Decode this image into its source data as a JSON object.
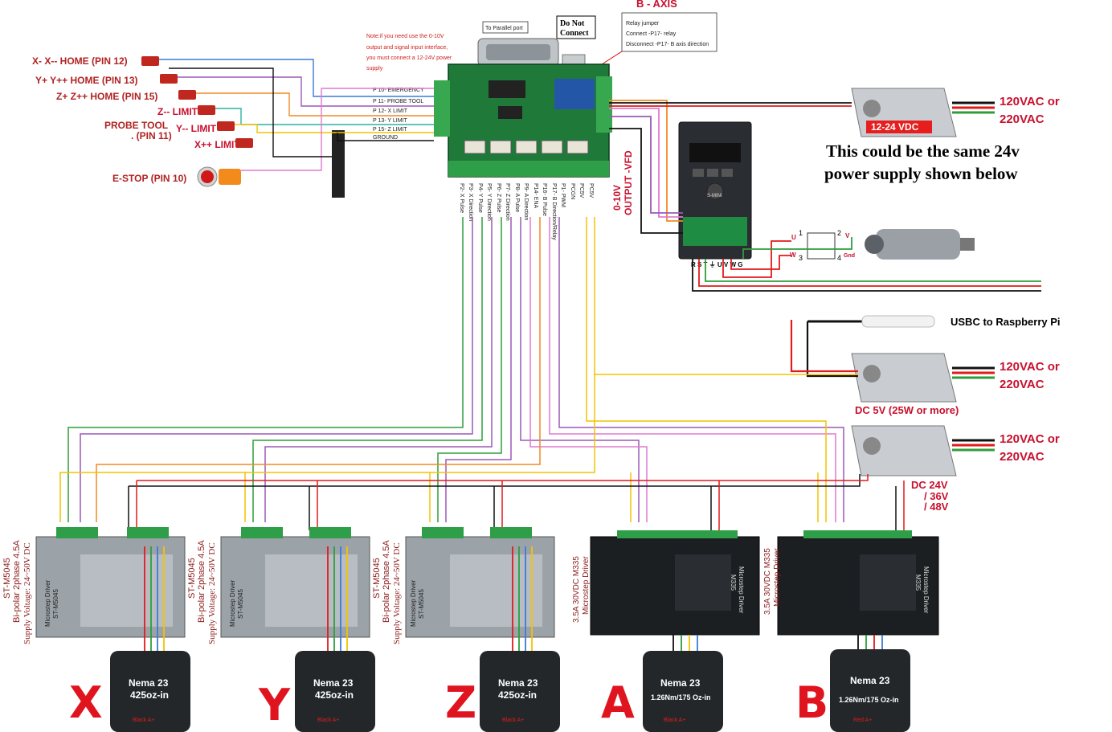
{
  "header": {
    "b_axis_title": "B - AXIS",
    "relay_note": [
      "Relay jumper",
      "Connect -P17- relay",
      "Disconnect -P17- B axis direction"
    ],
    "to_parallel_port": "To Parallel port",
    "do_not_connect": [
      "Do Not",
      "Connect"
    ],
    "voltage_note": [
      "Note:if you need use the 0-10V",
      "output and signal input interface,",
      "you must connect a 12-24V power",
      "supply"
    ]
  },
  "switches": [
    {
      "label": "X- X-- HOME (PIN 12)"
    },
    {
      "label": "Y+ Y++ HOME (PIN 13)"
    },
    {
      "label": "Z+ Z++ HOME (PIN 15)"
    },
    {
      "label": "Z-- LIMIT"
    },
    {
      "label": "Y-- LIMIT"
    },
    {
      "label": "X++ LIMIT"
    }
  ],
  "probe_label": [
    "PROBE TOOL",
    ". (PIN 11)"
  ],
  "estop_label": "E-STOP (PIN 10)",
  "board_inputs": [
    "P 10- EMERGENCY",
    "P 11- PROBE TOOL",
    "P 12- X LIMIT",
    "P 13- Y LIMIT",
    "P 15- Z LIMIT",
    "GROUND"
  ],
  "board_outputs": [
    "P2- X Pulse",
    "P3- X Direction",
    "P4- Y Pulse",
    "P5- Y Direction",
    "P6- Z Pulse",
    "P7- Z Direction",
    "P8- A Pulse",
    "P9- A Direction",
    "P14- ENA",
    "P16- B Pulse",
    "P17- B Direction/Relay",
    "P1- PWM",
    "PCGN",
    "PC5V",
    "PC5V"
  ],
  "vfd_label": [
    "0-10V",
    "OUTPUT -VFD"
  ],
  "vfd_brand": "S-MINI",
  "vfd_terminals": "R S T ⏚ U V W G",
  "spindle_pins": {
    "u": "U",
    "v": "V",
    "w": "W",
    "gnd": "Gnd",
    "n1": "1",
    "n2": "2",
    "n3": "3",
    "n4": "4"
  },
  "psu_12_24": {
    "label": "12-24 VDC",
    "ac": [
      "120VAC or",
      "220VAC"
    ]
  },
  "psu_note": [
    "This could be the same 24v",
    "power supply shown below"
  ],
  "usbc_label": "USBC to Raspberry Pi",
  "psu_5v": {
    "label": "DC 5V (25W or more)",
    "ac": [
      "120VAC or",
      "220VAC"
    ]
  },
  "psu_24v": {
    "label": [
      "DC 24V",
      "/ 36V",
      "/ 48V"
    ],
    "ac": [
      "120VAC or",
      "220VAC"
    ]
  },
  "drivers_st": [
    {
      "side": [
        "ST-M5045",
        "Bi-polar 2phase 4.5A",
        "Supply Voltage: 24~50V DC"
      ],
      "body": [
        "Microstep Driver",
        "ST-M5045"
      ]
    },
    {
      "side": [
        "ST-M5045",
        "Bi-polar 2phase 4.5A",
        "Supply Voltage: 24~50V DC"
      ],
      "body": [
        "Microstep Driver",
        "ST-M5045"
      ]
    },
    {
      "side": [
        "ST-M5045",
        "Bi-polar 2phase 4.5A",
        "Supply Voltage: 24~50V DC"
      ],
      "body": [
        "Microstep Driver",
        "ST-M5045"
      ]
    }
  ],
  "drivers_m335": [
    {
      "side": [
        "3.5A 30VDC M335",
        "Microstep Driver"
      ],
      "body": [
        "Microstep Driver",
        "M335"
      ]
    },
    {
      "side": [
        "3.5A 30VDC M335",
        "Microstep Driver"
      ],
      "body": [
        "Microstep Driver",
        "M335"
      ]
    }
  ],
  "motors": [
    {
      "axis": "X",
      "line1": "Nema 23",
      "line2": "425oz-in",
      "foot": "Black  A+"
    },
    {
      "axis": "Y",
      "line1": "Nema 23",
      "line2": "425oz-in",
      "foot": "Black  A+"
    },
    {
      "axis": "Z",
      "line1": "Nema 23",
      "line2": "425oz-in",
      "foot": "Black  A+"
    },
    {
      "axis": "A",
      "line1": "Nema 23",
      "line2": "1.26Nm/175 Oz-in",
      "foot": "Black  A+"
    },
    {
      "axis": "B",
      "line1": "Nema 23",
      "line2": "1.26Nm/175 Oz-in",
      "foot": "Red    A+"
    }
  ],
  "colors": {
    "red_label": "#c8102e",
    "wire_red": "#e01b1b",
    "wire_black": "#111111",
    "wire_green": "#2e9e3a",
    "wire_yellow": "#f2c300",
    "wire_orange": "#f08a24",
    "wire_purple": "#9b59b6",
    "wire_blue": "#3a7bd5",
    "wire_pink": "#e07ad0",
    "wire_teal": "#2bb3a3"
  }
}
